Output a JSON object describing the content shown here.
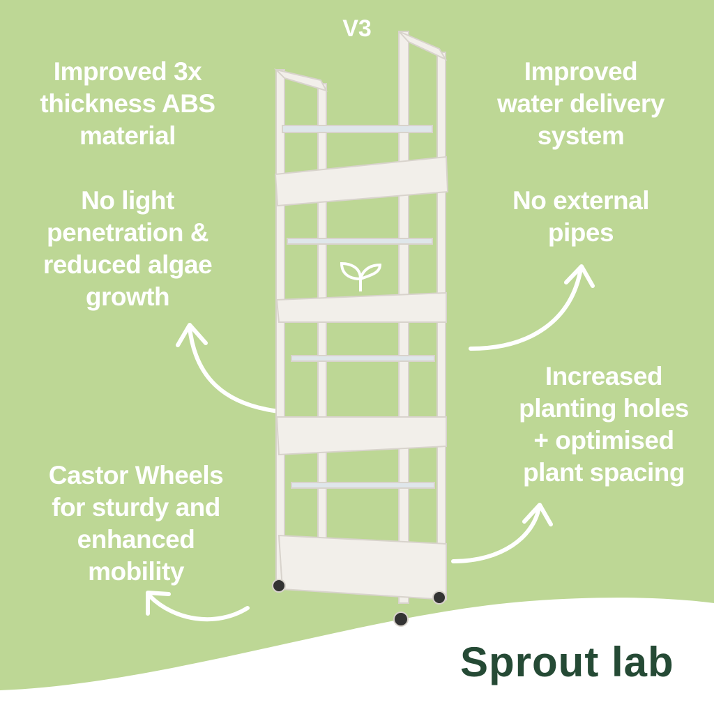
{
  "version_label": "V3",
  "features_left": [
    {
      "lines": [
        "Improved 3x",
        "thickness ABS",
        "material"
      ]
    },
    {
      "lines": [
        "No light",
        "penetration &",
        "reduced algae",
        "growth"
      ]
    },
    {
      "lines": [
        "Castor Wheels",
        "for sturdy and",
        "enhanced",
        "mobility"
      ]
    }
  ],
  "features_right": [
    {
      "lines": [
        "Improved",
        "water delivery",
        "system"
      ]
    },
    {
      "lines": [
        "No external",
        "pipes"
      ]
    },
    {
      "lines": [
        "Increased",
        "planting holes",
        "+ optimised",
        "plant spacing"
      ]
    }
  ],
  "brand": {
    "name": "Sprout lab",
    "color": "#254a35"
  },
  "colors": {
    "background": "#bdd795",
    "text": "#ffffff"
  }
}
